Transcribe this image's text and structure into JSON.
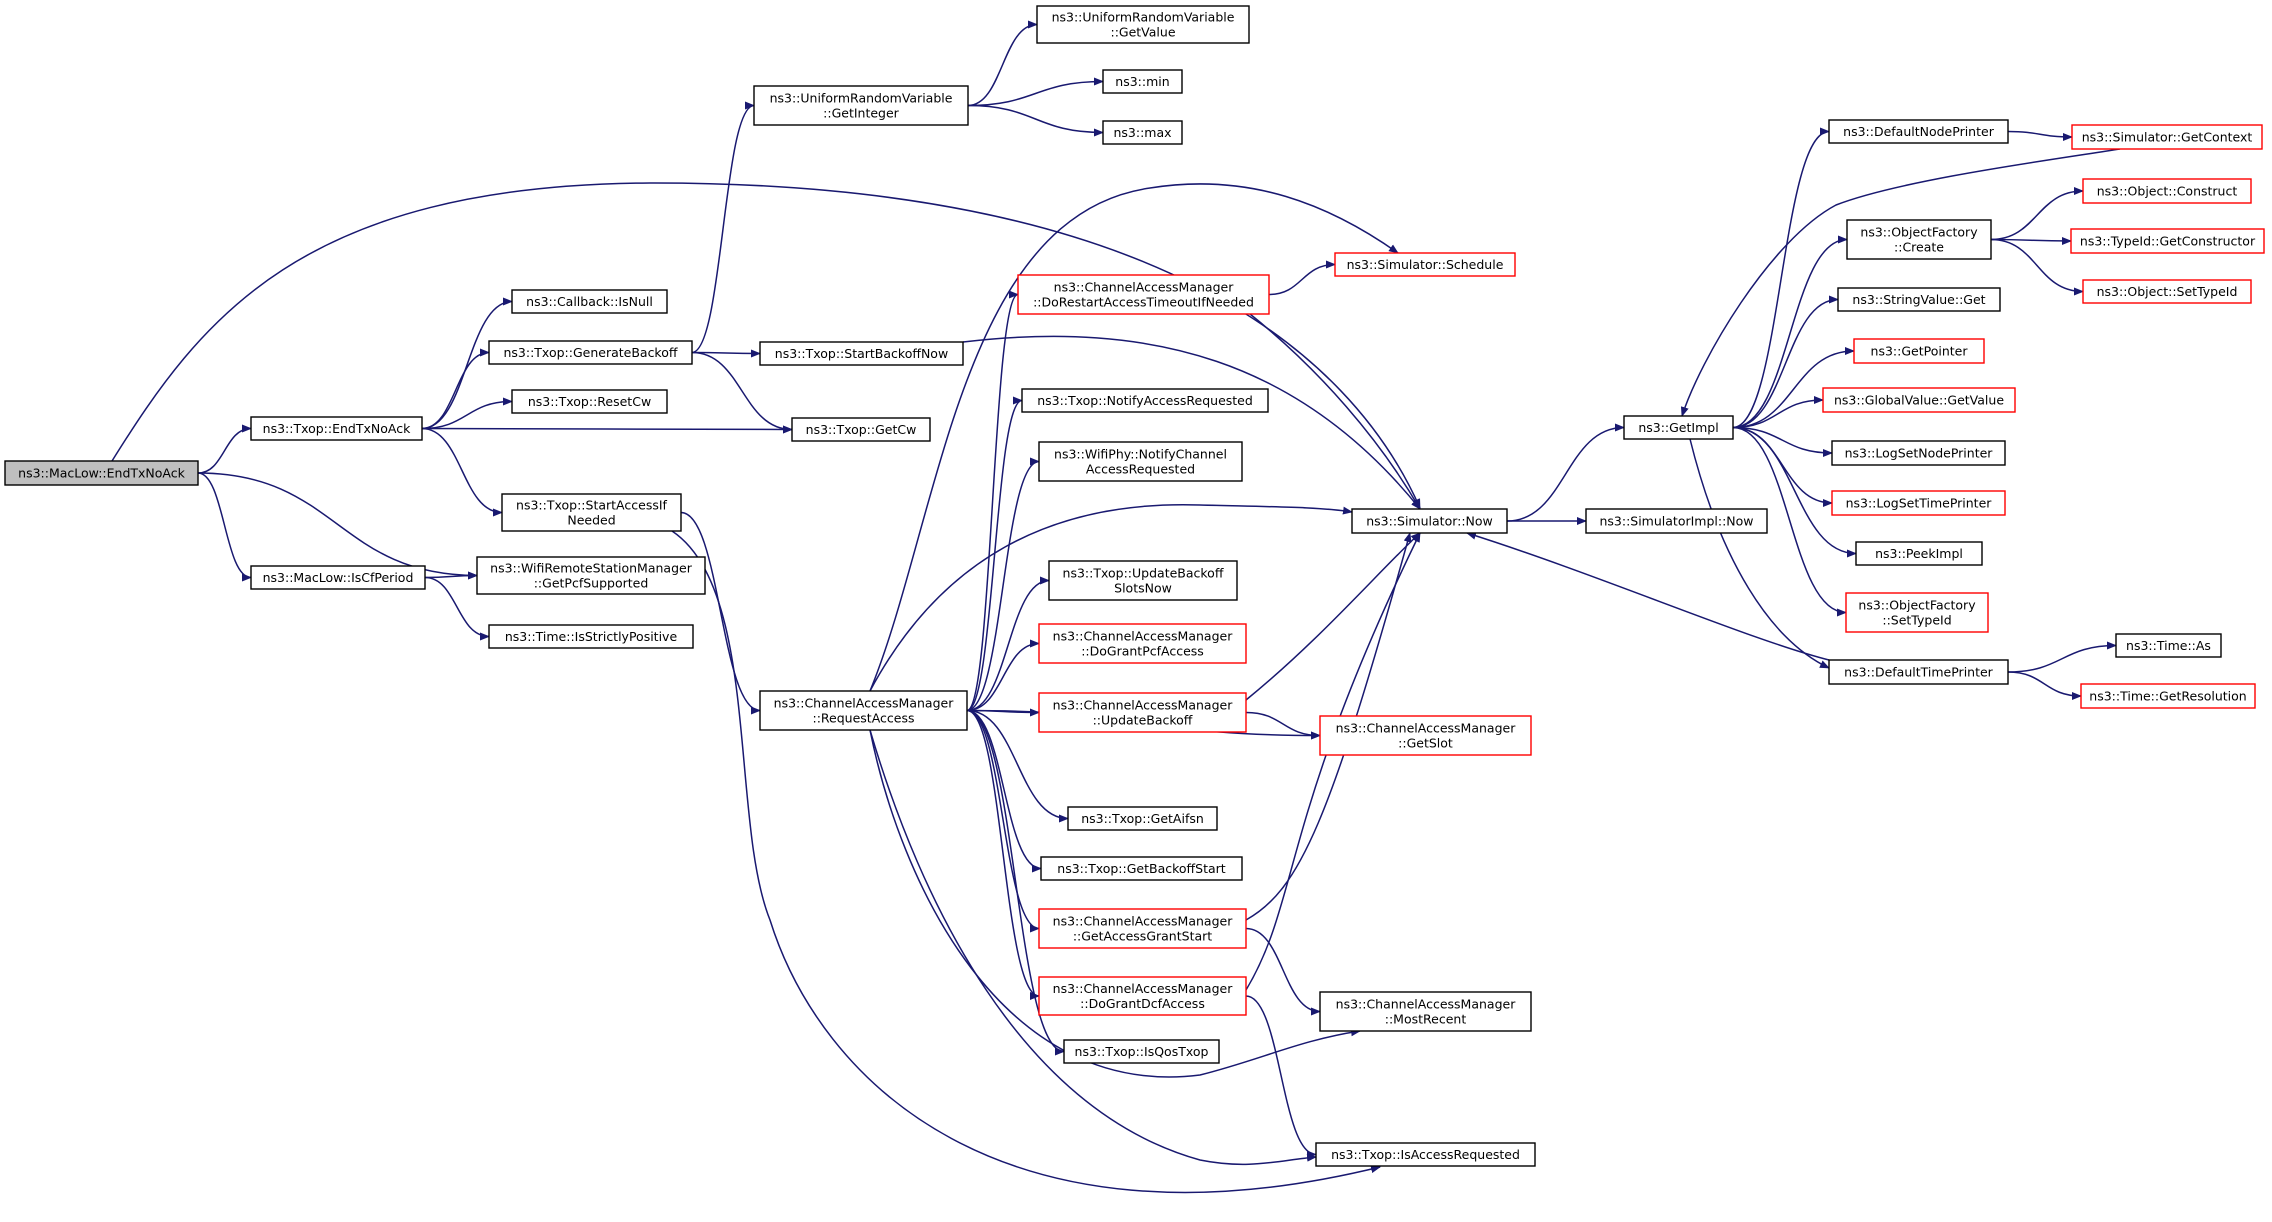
{
  "graph": {
    "nodes": [
      {
        "id": "n0",
        "lines": [
          "ns3::MacLow::EndTxNoAck"
        ],
        "style": "root"
      },
      {
        "id": "n1",
        "lines": [
          "ns3::Txop::EndTxNoAck"
        ],
        "style": "normal"
      },
      {
        "id": "n2",
        "lines": [
          "ns3::MacLow::IsCfPeriod"
        ],
        "style": "normal"
      },
      {
        "id": "n3",
        "lines": [
          "ns3::WifiRemoteStationManager",
          "::GetPcfSupported"
        ],
        "style": "normal"
      },
      {
        "id": "n4",
        "lines": [
          "ns3::Time::IsStrictlyPositive"
        ],
        "style": "normal"
      },
      {
        "id": "n5",
        "lines": [
          "ns3::Callback::IsNull"
        ],
        "style": "normal"
      },
      {
        "id": "n6",
        "lines": [
          "ns3::Txop::GenerateBackoff"
        ],
        "style": "normal"
      },
      {
        "id": "n7",
        "lines": [
          "ns3::Txop::ResetCw"
        ],
        "style": "normal"
      },
      {
        "id": "n8",
        "lines": [
          "ns3::Txop::StartAccessIf",
          "Needed"
        ],
        "style": "normal"
      },
      {
        "id": "n9",
        "lines": [
          "ns3::UniformRandomVariable",
          "::GetValue"
        ],
        "style": "normal"
      },
      {
        "id": "n10",
        "lines": [
          "ns3::UniformRandomVariable",
          "::GetInteger"
        ],
        "style": "normal"
      },
      {
        "id": "n11",
        "lines": [
          "ns3::min"
        ],
        "style": "normal"
      },
      {
        "id": "n12",
        "lines": [
          "ns3::max"
        ],
        "style": "normal"
      },
      {
        "id": "n13",
        "lines": [
          "ns3::Txop::StartBackoffNow"
        ],
        "style": "normal"
      },
      {
        "id": "n14",
        "lines": [
          "ns3::Txop::GetCw"
        ],
        "style": "normal"
      },
      {
        "id": "n15",
        "lines": [
          "ns3::ChannelAccessManager",
          "::RequestAccess"
        ],
        "style": "normal"
      },
      {
        "id": "n16",
        "lines": [
          "ns3::ChannelAccessManager",
          "::DoRestartAccessTimeoutIfNeeded"
        ],
        "style": "red"
      },
      {
        "id": "n17",
        "lines": [
          "ns3::Txop::NotifyAccessRequested"
        ],
        "style": "normal"
      },
      {
        "id": "n18",
        "lines": [
          "ns3::WifiPhy::NotifyChannel",
          "AccessRequested"
        ],
        "style": "normal"
      },
      {
        "id": "n19",
        "lines": [
          "ns3::Txop::UpdateBackoff",
          "SlotsNow"
        ],
        "style": "normal"
      },
      {
        "id": "n20",
        "lines": [
          "ns3::ChannelAccessManager",
          "::DoGrantPcfAccess"
        ],
        "style": "red"
      },
      {
        "id": "n21",
        "lines": [
          "ns3::ChannelAccessManager",
          "::UpdateBackoff"
        ],
        "style": "red"
      },
      {
        "id": "n22",
        "lines": [
          "ns3::Txop::GetAifsn"
        ],
        "style": "normal"
      },
      {
        "id": "n23",
        "lines": [
          "ns3::Txop::GetBackoffStart"
        ],
        "style": "normal"
      },
      {
        "id": "n24",
        "lines": [
          "ns3::ChannelAccessManager",
          "::GetAccessGrantStart"
        ],
        "style": "red"
      },
      {
        "id": "n25",
        "lines": [
          "ns3::ChannelAccessManager",
          "::DoGrantDcfAccess"
        ],
        "style": "red"
      },
      {
        "id": "n26",
        "lines": [
          "ns3::Txop::IsQosTxop"
        ],
        "style": "normal"
      },
      {
        "id": "n27",
        "lines": [
          "ns3::Simulator::Schedule"
        ],
        "style": "red"
      },
      {
        "id": "n28",
        "lines": [
          "ns3::Simulator::Now"
        ],
        "style": "normal"
      },
      {
        "id": "n29",
        "lines": [
          "ns3::ChannelAccessManager",
          "::GetSlot"
        ],
        "style": "red"
      },
      {
        "id": "n30",
        "lines": [
          "ns3::ChannelAccessManager",
          "::MostRecent"
        ],
        "style": "normal"
      },
      {
        "id": "n31",
        "lines": [
          "ns3::Txop::IsAccessRequested"
        ],
        "style": "normal"
      },
      {
        "id": "n32",
        "lines": [
          "ns3::SimulatorImpl::Now"
        ],
        "style": "normal"
      },
      {
        "id": "n33",
        "lines": [
          "ns3::GetImpl"
        ],
        "style": "normal"
      },
      {
        "id": "n34",
        "lines": [
          "ns3::DefaultNodePrinter"
        ],
        "style": "normal"
      },
      {
        "id": "n35",
        "lines": [
          "ns3::ObjectFactory",
          "::Create"
        ],
        "style": "normal"
      },
      {
        "id": "n36",
        "lines": [
          "ns3::StringValue::Get"
        ],
        "style": "normal"
      },
      {
        "id": "n37",
        "lines": [
          "ns3::GetPointer"
        ],
        "style": "red"
      },
      {
        "id": "n38",
        "lines": [
          "ns3::GlobalValue::GetValue"
        ],
        "style": "red"
      },
      {
        "id": "n39",
        "lines": [
          "ns3::LogSetNodePrinter"
        ],
        "style": "normal"
      },
      {
        "id": "n40",
        "lines": [
          "ns3::LogSetTimePrinter"
        ],
        "style": "red"
      },
      {
        "id": "n41",
        "lines": [
          "ns3::PeekImpl"
        ],
        "style": "normal"
      },
      {
        "id": "n42",
        "lines": [
          "ns3::ObjectFactory",
          "::SetTypeId"
        ],
        "style": "red"
      },
      {
        "id": "n43",
        "lines": [
          "ns3::DefaultTimePrinter"
        ],
        "style": "normal"
      },
      {
        "id": "n44",
        "lines": [
          "ns3::Simulator::GetContext"
        ],
        "style": "red"
      },
      {
        "id": "n45",
        "lines": [
          "ns3::Object::Construct"
        ],
        "style": "red"
      },
      {
        "id": "n46",
        "lines": [
          "ns3::TypeId::GetConstructor"
        ],
        "style": "red"
      },
      {
        "id": "n47",
        "lines": [
          "ns3::Object::SetTypeId"
        ],
        "style": "red"
      },
      {
        "id": "n48",
        "lines": [
          "ns3::Time::As"
        ],
        "style": "normal"
      },
      {
        "id": "n49",
        "lines": [
          "ns3::Time::GetResolution"
        ],
        "style": "red"
      }
    ],
    "edges": [
      [
        "n0",
        "n1"
      ],
      [
        "n0",
        "n2"
      ],
      [
        "n0",
        "n3"
      ],
      [
        "n0",
        "n28"
      ],
      [
        "n1",
        "n5"
      ],
      [
        "n1",
        "n6"
      ],
      [
        "n1",
        "n7"
      ],
      [
        "n1",
        "n14"
      ],
      [
        "n1",
        "n8"
      ],
      [
        "n2",
        "n3"
      ],
      [
        "n2",
        "n4"
      ],
      [
        "n6",
        "n10"
      ],
      [
        "n6",
        "n13"
      ],
      [
        "n6",
        "n14"
      ],
      [
        "n10",
        "n9"
      ],
      [
        "n10",
        "n11"
      ],
      [
        "n10",
        "n12"
      ],
      [
        "n13",
        "n28"
      ],
      [
        "n8",
        "n15"
      ],
      [
        "n8",
        "n31"
      ],
      [
        "n15",
        "n16"
      ],
      [
        "n15",
        "n17"
      ],
      [
        "n15",
        "n18"
      ],
      [
        "n15",
        "n19"
      ],
      [
        "n15",
        "n20"
      ],
      [
        "n15",
        "n21"
      ],
      [
        "n15",
        "n22"
      ],
      [
        "n15",
        "n23"
      ],
      [
        "n15",
        "n24"
      ],
      [
        "n15",
        "n25"
      ],
      [
        "n15",
        "n26"
      ],
      [
        "n15",
        "n27"
      ],
      [
        "n15",
        "n28"
      ],
      [
        "n15",
        "n29"
      ],
      [
        "n15",
        "n30"
      ],
      [
        "n15",
        "n31"
      ],
      [
        "n16",
        "n27"
      ],
      [
        "n16",
        "n28"
      ],
      [
        "n21",
        "n28"
      ],
      [
        "n21",
        "n29"
      ],
      [
        "n24",
        "n28"
      ],
      [
        "n24",
        "n30"
      ],
      [
        "n25",
        "n28"
      ],
      [
        "n25",
        "n31"
      ],
      [
        "n28",
        "n32"
      ],
      [
        "n28",
        "n33"
      ],
      [
        "n33",
        "n34"
      ],
      [
        "n33",
        "n35"
      ],
      [
        "n33",
        "n36"
      ],
      [
        "n33",
        "n37"
      ],
      [
        "n33",
        "n38"
      ],
      [
        "n33",
        "n39"
      ],
      [
        "n33",
        "n40"
      ],
      [
        "n33",
        "n41"
      ],
      [
        "n33",
        "n42"
      ],
      [
        "n33",
        "n43"
      ],
      [
        "n34",
        "n44"
      ],
      [
        "n44",
        "n33"
      ],
      [
        "n35",
        "n45"
      ],
      [
        "n35",
        "n46"
      ],
      [
        "n35",
        "n47"
      ],
      [
        "n43",
        "n48"
      ],
      [
        "n43",
        "n49"
      ],
      [
        "n43",
        "n28"
      ]
    ]
  },
  "colors": {
    "edge": "#191970",
    "normal_border": "#000000",
    "red_border": "#ff0000",
    "root_fill": "#bfbfbf",
    "node_fill": "#ffffff"
  }
}
